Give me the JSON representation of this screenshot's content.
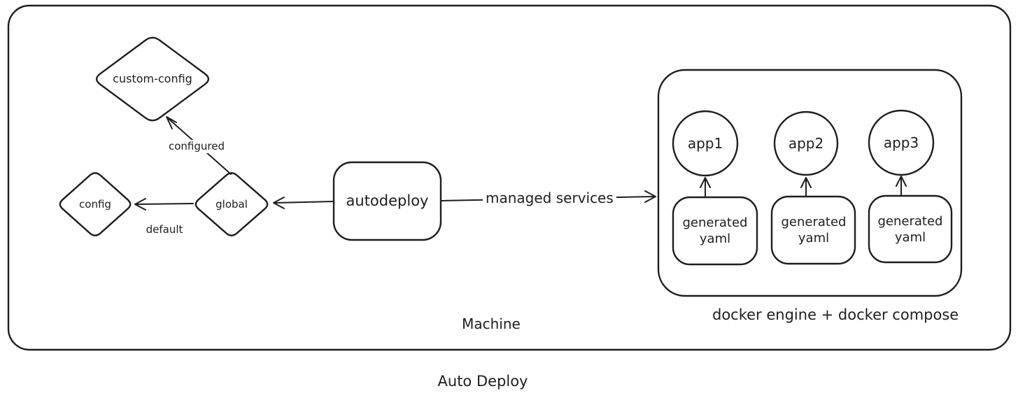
{
  "colors": {
    "stroke": "#1e1e1e",
    "background": "#ffffff"
  },
  "title": "Auto Deploy",
  "machine": {
    "label": "Machine",
    "nodes": {
      "custom_config": "custom-config",
      "config": "config",
      "global": "global",
      "autodeploy": "autodeploy"
    },
    "edges": {
      "configured": "configured",
      "default": "default",
      "managed_services": "managed services"
    },
    "docker": {
      "label": "docker engine + docker compose",
      "services": [
        {
          "app": "app1",
          "yaml": "generated yaml"
        },
        {
          "app": "app2",
          "yaml": "generated yaml"
        },
        {
          "app": "app3",
          "yaml": "generated yaml"
        }
      ]
    }
  }
}
